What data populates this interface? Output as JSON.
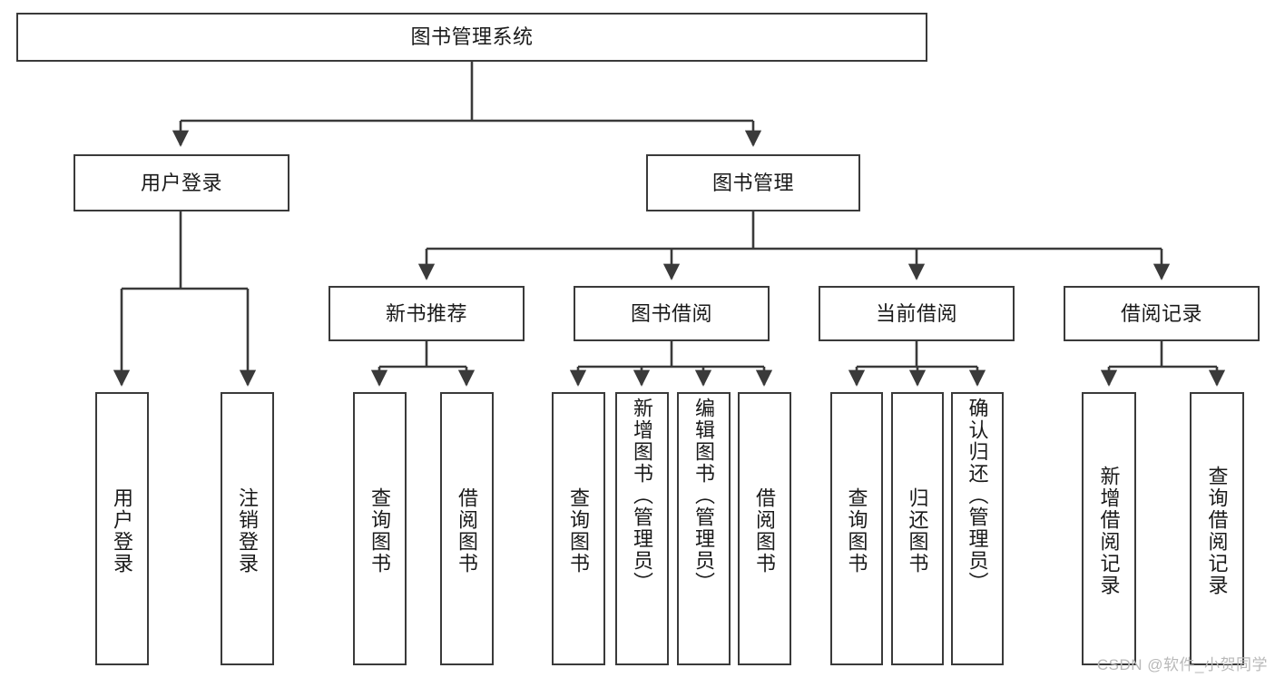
{
  "diagram": {
    "type": "tree",
    "title": "图书管理系统",
    "watermark": "CSDN @软件_小贺同学",
    "nodes": {
      "root": {
        "label": "图书管理系统"
      },
      "l2": [
        {
          "id": "user-login",
          "label": "用户登录"
        },
        {
          "id": "book-manage",
          "label": "图书管理"
        }
      ],
      "l3": [
        {
          "id": "new-book-recommend",
          "label": "新书推荐"
        },
        {
          "id": "book-borrow",
          "label": "图书借阅"
        },
        {
          "id": "current-borrow",
          "label": "当前借阅"
        },
        {
          "id": "borrow-record",
          "label": "借阅记录"
        }
      ],
      "leaves": {
        "user_login": [
          {
            "id": "leaf-user-login",
            "label": "用户登录"
          },
          {
            "id": "leaf-logout-login",
            "label": "注销登录"
          }
        ],
        "new_book_recommend": [
          {
            "id": "leaf-query-book-1",
            "label": "查询图书"
          },
          {
            "id": "leaf-borrow-book-1",
            "label": "借阅图书"
          }
        ],
        "book_borrow": [
          {
            "id": "leaf-query-book-2",
            "label": "查询图书"
          },
          {
            "id": "leaf-add-book",
            "label": "新增图书（管理员）"
          },
          {
            "id": "leaf-edit-book",
            "label": "编辑图书（管理员）"
          },
          {
            "id": "leaf-borrow-book-2",
            "label": "借阅图书"
          }
        ],
        "current_borrow": [
          {
            "id": "leaf-query-book-3",
            "label": "查询图书"
          },
          {
            "id": "leaf-return-book",
            "label": "归还图书"
          },
          {
            "id": "leaf-confirm-return",
            "label": "确认归还（管理员）"
          }
        ],
        "borrow_record": [
          {
            "id": "leaf-add-record",
            "label": "新增借阅记录"
          },
          {
            "id": "leaf-query-record",
            "label": "查询借阅记录"
          }
        ]
      }
    },
    "colors": {
      "stroke": "#3a3a3a",
      "fill": "#ffffff",
      "text": "#1a1a1a",
      "watermark": "#b9b9b9"
    }
  }
}
